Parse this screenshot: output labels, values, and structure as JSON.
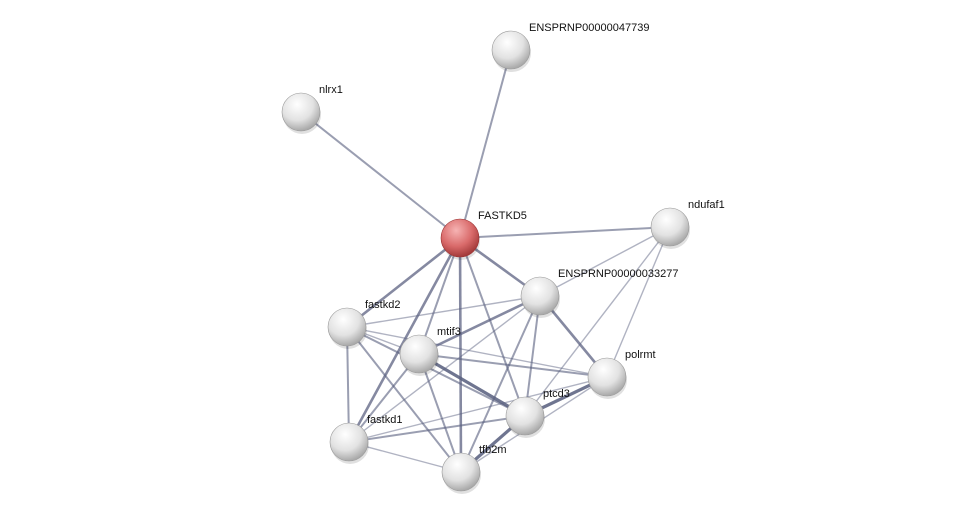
{
  "nodes": [
    {
      "id": "ENSPRNP00000047739",
      "label": "ENSPRNP00000047739",
      "query": false
    },
    {
      "id": "nlrx1",
      "label": "nlrx1",
      "query": false
    },
    {
      "id": "FASTKD5",
      "label": "FASTKD5",
      "query": true
    },
    {
      "id": "ndufaf1",
      "label": "ndufaf1",
      "query": false
    },
    {
      "id": "ENSPRNP00000033277",
      "label": "ENSPRNP00000033277",
      "query": false
    },
    {
      "id": "fastkd2",
      "label": "fastkd2",
      "query": false
    },
    {
      "id": "mtif3",
      "label": "mtif3",
      "query": false
    },
    {
      "id": "polrmt",
      "label": "polrmt",
      "query": false
    },
    {
      "id": "ptcd3",
      "label": "ptcd3",
      "query": false
    },
    {
      "id": "fastkd1",
      "label": "fastkd1",
      "query": false
    },
    {
      "id": "tfb2m",
      "label": "tfb2m",
      "query": false
    }
  ],
  "edges": [
    [
      "FASTKD5",
      "nlrx1",
      2
    ],
    [
      "FASTKD5",
      "ENSPRNP00000047739",
      2
    ],
    [
      "FASTKD5",
      "ndufaf1",
      2
    ],
    [
      "FASTKD5",
      "ENSPRNP00000033277",
      3
    ],
    [
      "FASTKD5",
      "fastkd2",
      3
    ],
    [
      "FASTKD5",
      "mtif3",
      2
    ],
    [
      "FASTKD5",
      "tfb2m",
      3
    ],
    [
      "FASTKD5",
      "ptcd3",
      2
    ],
    [
      "FASTKD5",
      "fastkd1",
      3
    ],
    [
      "ndufaf1",
      "ENSPRNP00000033277",
      1
    ],
    [
      "ndufaf1",
      "ptcd3",
      1
    ],
    [
      "ndufaf1",
      "polrmt",
      1
    ],
    [
      "ENSPRNP00000033277",
      "fastkd2",
      1
    ],
    [
      "ENSPRNP00000033277",
      "mtif3",
      3
    ],
    [
      "ENSPRNP00000033277",
      "fastkd1",
      1
    ],
    [
      "ENSPRNP00000033277",
      "tfb2m",
      2
    ],
    [
      "ENSPRNP00000033277",
      "ptcd3",
      2
    ],
    [
      "ENSPRNP00000033277",
      "polrmt",
      3
    ],
    [
      "fastkd2",
      "polrmt",
      1
    ],
    [
      "fastkd2",
      "ptcd3",
      2
    ],
    [
      "fastkd2",
      "fastkd1",
      2
    ],
    [
      "fastkd2",
      "tfb2m",
      2
    ],
    [
      "fastkd2",
      "mtif3",
      1
    ],
    [
      "mtif3",
      "polrmt",
      2
    ],
    [
      "mtif3",
      "ptcd3",
      4
    ],
    [
      "mtif3",
      "fastkd1",
      2
    ],
    [
      "mtif3",
      "tfb2m",
      2
    ],
    [
      "polrmt",
      "ptcd3",
      4
    ],
    [
      "polrmt",
      "fastkd1",
      1
    ],
    [
      "polrmt",
      "tfb2m",
      1
    ],
    [
      "ptcd3",
      "fastkd1",
      2
    ],
    [
      "ptcd3",
      "tfb2m",
      4
    ],
    [
      "fastkd1",
      "tfb2m",
      1
    ]
  ],
  "colors": {
    "query_node": "#d9534f",
    "node": "#e6e6e6",
    "edge": "#5a6080"
  }
}
